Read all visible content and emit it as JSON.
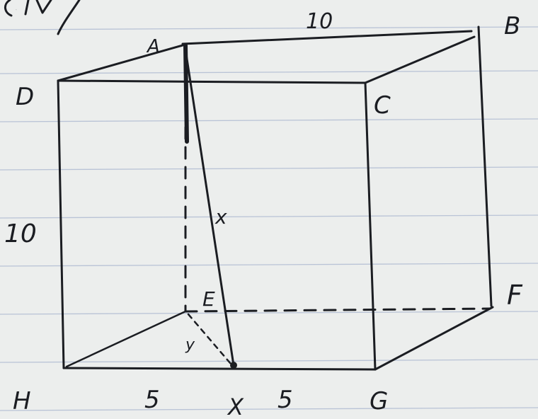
{
  "diagram": {
    "vertex_labels": {
      "A": "A",
      "B": "B",
      "C": "C",
      "D": "D",
      "E": "E",
      "F": "F",
      "G": "G",
      "H": "H"
    },
    "dimension_labels": {
      "top_edge": "10",
      "left_edge": "10",
      "bottom_left": "5",
      "bottom_right": "5",
      "diagonal": "x",
      "base_segment": "y",
      "midpoint": "X"
    },
    "corner_scribble": "(IV)",
    "paper": {
      "background": "#eceeed",
      "rule_color": "#b9c3d6",
      "ink_color": "#1b1d22"
    }
  }
}
